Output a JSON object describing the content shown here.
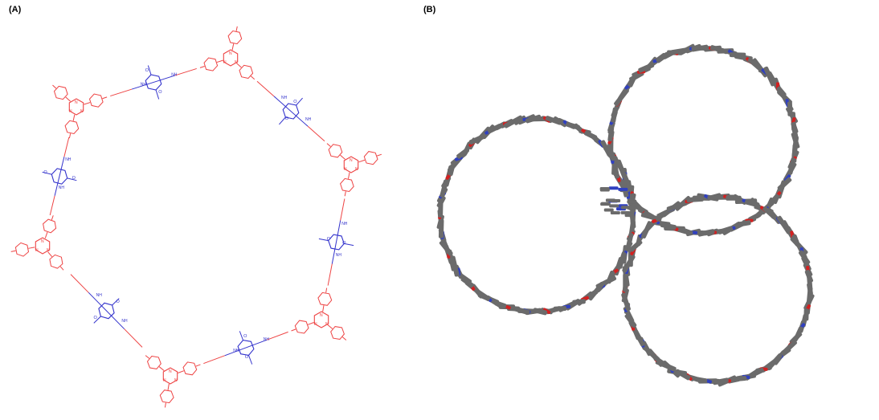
{
  "panel_a": {
    "label": "(A)"
  },
  "panel_b": {
    "label": "(B)"
  },
  "colors": {
    "triazine_node": "#ee4444",
    "linker": "#3333cc",
    "carbon": "#6b6b6b",
    "oxygen": "#d42020",
    "nitrogen": "#3040c0"
  },
  "atom_labels": {
    "nitrogen": "N",
    "hydrazide": "NH",
    "oxygen": "O"
  }
}
